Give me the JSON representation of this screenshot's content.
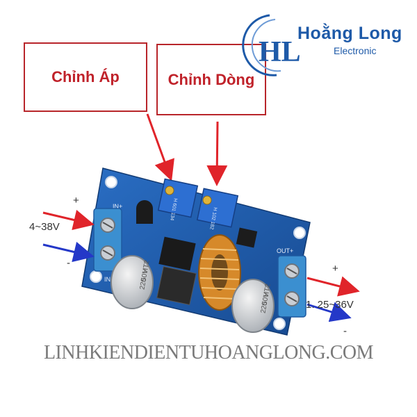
{
  "callouts": {
    "voltage_adjust": "Chỉnh Áp",
    "current_adjust": "Chỉnh Dòng"
  },
  "brand": {
    "logo_letters": "HL",
    "name": "Hoằng Long",
    "subtitle": "Electronic"
  },
  "input": {
    "range": "4~38V",
    "plus": "+",
    "minus": "-"
  },
  "output": {
    "range": "1. 25~36V",
    "plus": "+",
    "minus": "-"
  },
  "board_markings": {
    "cap_left": [
      "220",
      "50V",
      "HT2"
    ],
    "cap_right": [
      "220",
      "50V",
      "HT2"
    ],
    "pot_left": "H 601 134",
    "pot_right": "H 102 182",
    "in_plus": "IN+",
    "in_minus": "IN-",
    "out_plus": "OUT+"
  },
  "watermark": "LINHKIENDIENTUHOANGLONG.COM",
  "colors": {
    "callout_border": "#b8252a",
    "callout_text": "#c0222a",
    "brand_blue": "#1e5aa8",
    "pcb_blue": "#1f5fb4",
    "arrow_red": "#e0242a",
    "arrow_blue": "#2438c8"
  }
}
